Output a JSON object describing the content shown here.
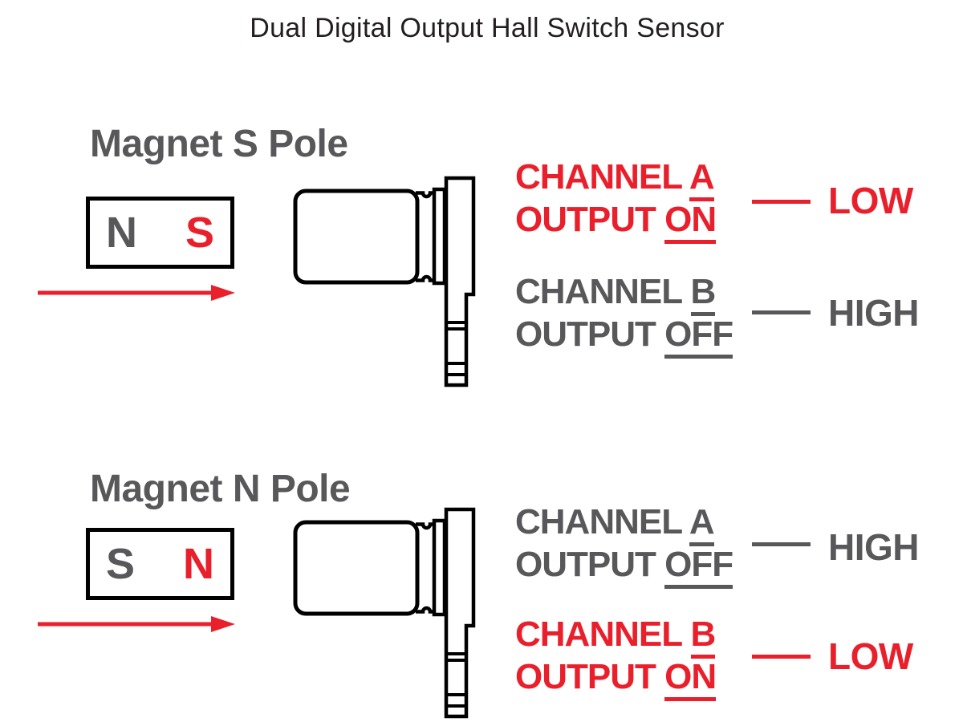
{
  "title": "Dual Digital Output Hall Switch Sensor",
  "colors": {
    "red": "#e9202b",
    "dark_gray": "#58585a",
    "outline_black": "#000000",
    "background": "#ffffff"
  },
  "scenarios": [
    {
      "heading": "Magnet S Pole",
      "magnet": {
        "left_pole": "N",
        "right_pole": "S"
      },
      "channels": [
        {
          "channel_word": "CHANNEL",
          "channel_id": "A",
          "output_word": "OUTPUT",
          "state": "ON",
          "level": "LOW",
          "color": "#e9202b"
        },
        {
          "channel_word": "CHANNEL",
          "channel_id": "B",
          "output_word": "OUTPUT",
          "state": "OFF",
          "level": "HIGH",
          "color": "#58585a"
        }
      ]
    },
    {
      "heading": "Magnet N Pole",
      "magnet": {
        "left_pole": "S",
        "right_pole": "N"
      },
      "channels": [
        {
          "channel_word": "CHANNEL",
          "channel_id": "A",
          "output_word": "OUTPUT",
          "state": "OFF",
          "level": "HIGH",
          "color": "#58585a"
        },
        {
          "channel_word": "CHANNEL",
          "channel_id": "B",
          "output_word": "OUTPUT",
          "state": "ON",
          "level": "LOW",
          "color": "#e9202b"
        }
      ]
    }
  ]
}
